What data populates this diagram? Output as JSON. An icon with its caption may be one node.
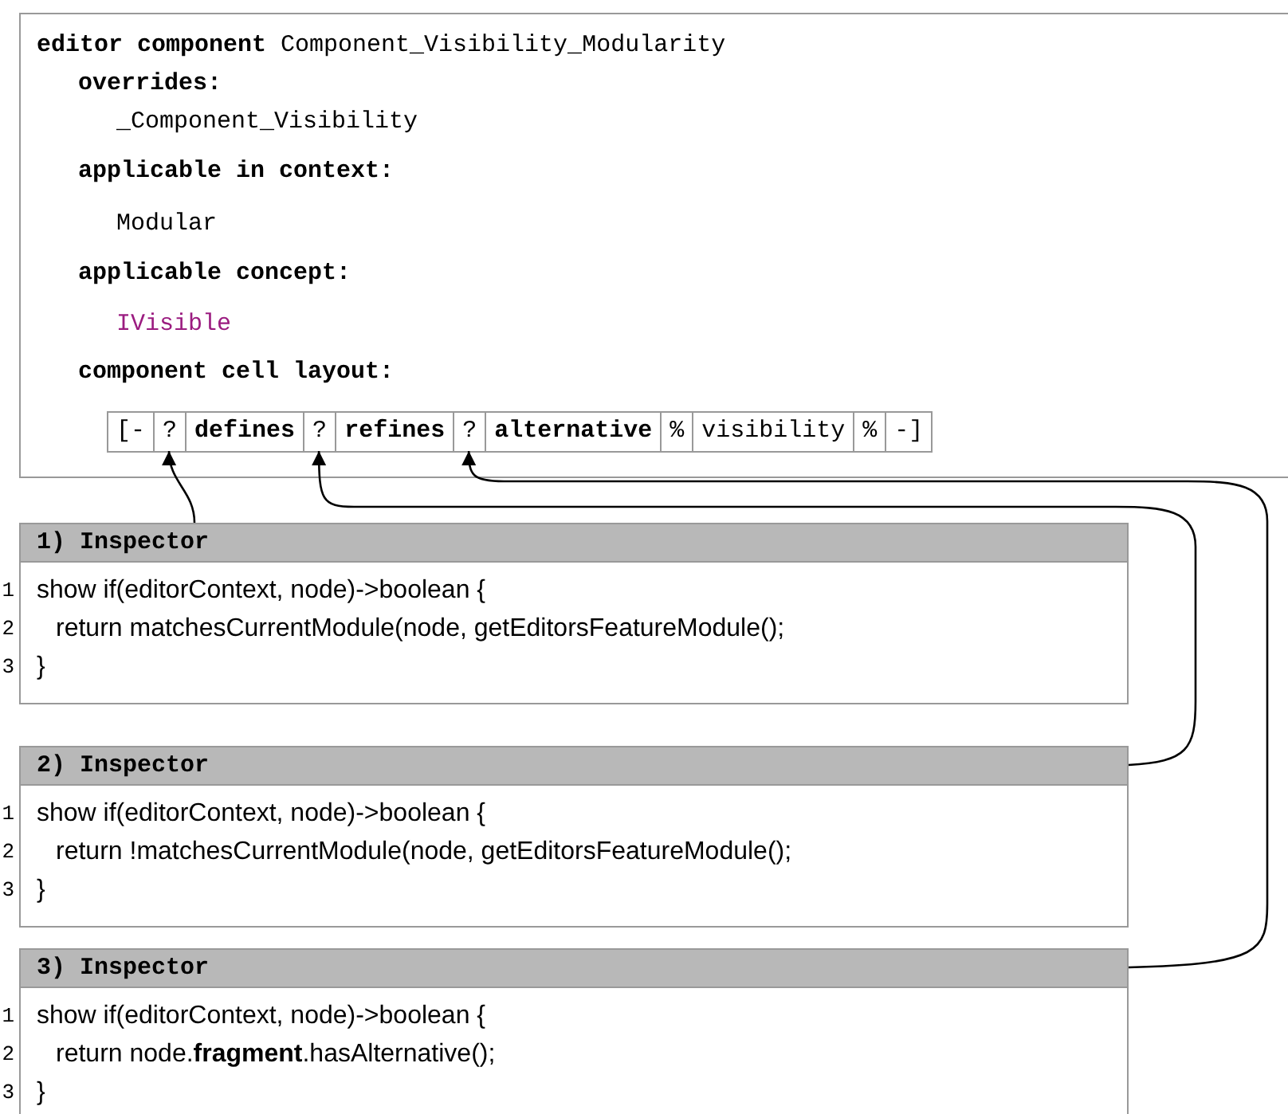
{
  "diagram": {
    "nodes": [
      {
        "text": [
          "**editor component** Component_Visibility_Modularity",
          "overrides:",
          "_Component_Visibility",
          "applicable in context:",
          "Modular",
          "applicable concept:",
          "IVisible",
          "component cell layout:"
        ]
      },
      {
        "text": [
          "[-"
        ],
        "in": 0
      },
      {
        "text": [
          "?"
        ],
        "in": 0
      },
      {
        "text": [
          "defines"
        ],
        "in": 0
      },
      {
        "text": [
          "?"
        ],
        "in": 0
      },
      {
        "text": [
          "refines"
        ],
        "in": 0
      },
      {
        "text": [
          "?"
        ],
        "in": 0
      },
      {
        "text": [
          "alternative"
        ],
        "in": 0
      },
      {
        "text": [
          "%"
        ],
        "in": 0
      },
      {
        "text": [
          "visibility"
        ],
        "in": 0
      },
      {
        "text": [
          "%"
        ],
        "in": 0
      },
      {
        "text": [
          "-]"
        ],
        "in": 0
      },
      {
        "text": [
          "1) Inspector",
          "show if(editorContext, node)->boolean {",
          "return matchesCurrentModule(node, getEditorsFeatureModule();",
          "}"
        ],
        "beside": [
          "1",
          "2",
          "3"
        ]
      },
      {
        "text": [
          "2) Inspector",
          "show if(editorContext, node)->boolean {",
          "return !matchesCurrentModule(node, getEditorsFeatureModule();",
          "}"
        ],
        "beside": [
          "1",
          "2",
          "3"
        ]
      },
      {
        "text": [
          "3) Inspector",
          "show if(editorContext, node)->boolean {",
          "return node.**fragment**.hasAlternative();",
          "}"
        ],
        "beside": [
          "1",
          "2",
          "3"
        ]
      }
    ],
    "edges": [
      {
        "from": 12,
        "to": 2,
        "arrow": "to"
      },
      {
        "from": 13,
        "to": 4,
        "arrow": "to"
      },
      {
        "from": 14,
        "to": 6,
        "arrow": "to"
      }
    ]
  }
}
